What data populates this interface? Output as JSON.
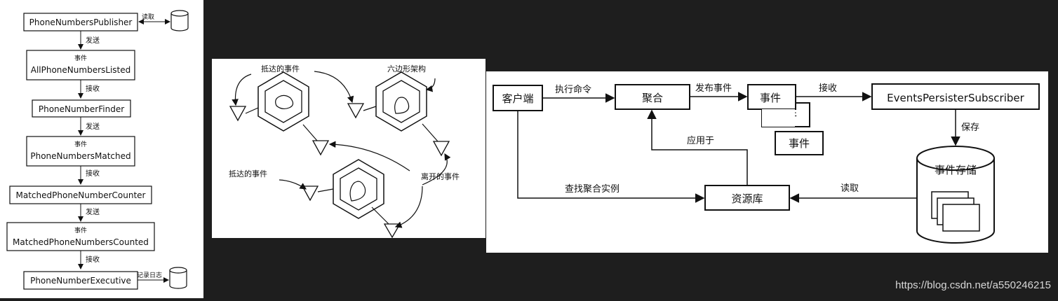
{
  "left_flow": {
    "nodes": [
      {
        "label": "PhoneNumbersPublisher"
      },
      {
        "tag": "事件",
        "label": "AllPhoneNumbersListed"
      },
      {
        "label": "PhoneNumberFinder"
      },
      {
        "tag": "事件",
        "label": "PhoneNumbersMatched"
      },
      {
        "label": "MatchedPhoneNumberCounter"
      },
      {
        "tag": "事件",
        "label": "MatchedPhoneNumbersCounted"
      },
      {
        "label": "PhoneNumberExecutive"
      }
    ],
    "edges": [
      "发送",
      "接收",
      "发送",
      "接收",
      "发送",
      "接收"
    ],
    "read_label": "读取",
    "log_label": "记录日志"
  },
  "hexagon": {
    "arriving_events_top": "抵达的事件",
    "hex_architecture": "六边形架构",
    "arriving_events_left": "抵达的事件",
    "leaving_events": "离开的事件"
  },
  "es": {
    "client": "客户端",
    "execute_cmd": "执行命令",
    "aggregate": "聚合",
    "publish_event": "发布事件",
    "event": "事件",
    "receive": "接收",
    "subscriber": "EventsPersisterSubscriber",
    "save": "保存",
    "event_store": "事件存储",
    "apply_to": "应用于",
    "find_aggregate": "查找聚合实例",
    "repository": "资源库",
    "read": "读取"
  },
  "watermark": "https://blog.csdn.net/a550246215"
}
